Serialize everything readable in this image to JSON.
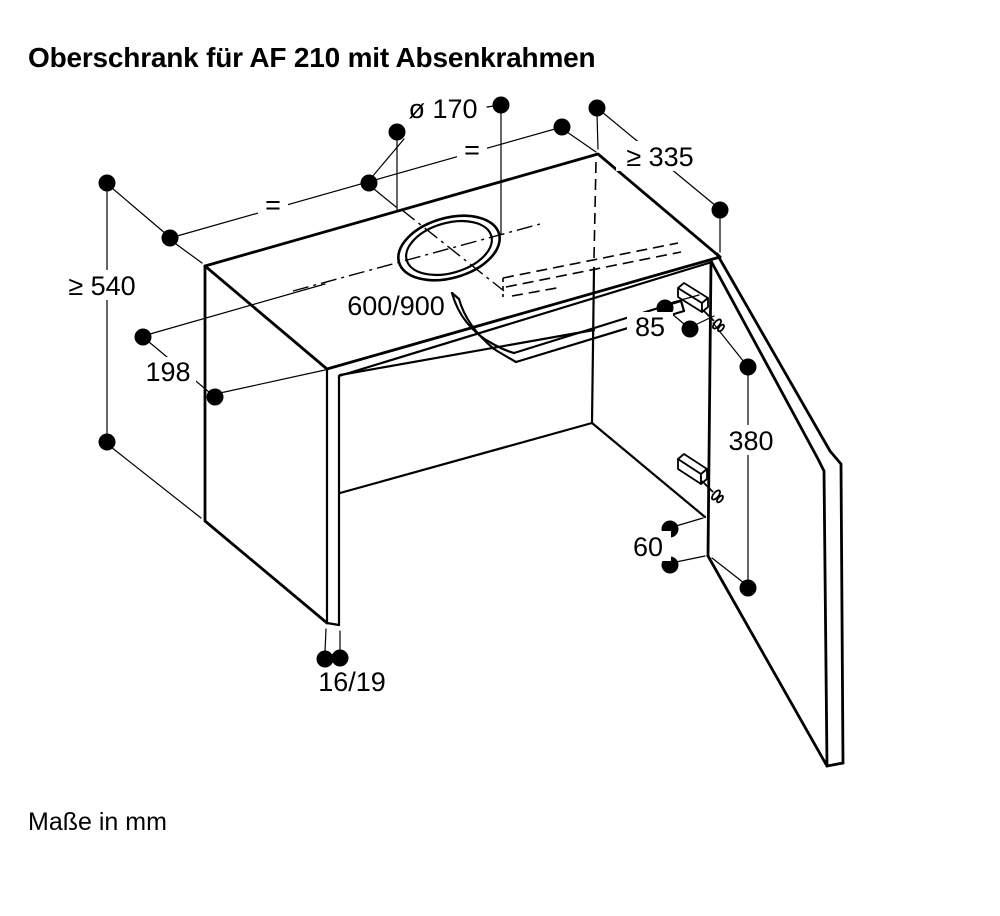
{
  "title": "Oberschrank für AF 210 mit Absenkrahmen",
  "footer": "Maße in mm",
  "colors": {
    "line": "#000000",
    "background": "#ffffff"
  },
  "drawing": {
    "kind": "isometric dimension drawing of upper cabinet with lowering frame",
    "units": "mm"
  },
  "dimensions": {
    "hole_diameter": {
      "label": "ø 170"
    },
    "depth_min": {
      "label": "≥ 335"
    },
    "height_min": {
      "label": "≥ 540"
    },
    "width_variants": {
      "label": "600/900"
    },
    "hole_center_from_front": {
      "label": "198"
    },
    "hinge_top_offset": {
      "label": "85"
    },
    "hinge_spacing": {
      "label": "380"
    },
    "hinge_bottom_offset": {
      "label": "60"
    },
    "panel_thickness": {
      "label": "16/19"
    },
    "equal_left": {
      "label": "="
    },
    "equal_right": {
      "label": "="
    }
  }
}
